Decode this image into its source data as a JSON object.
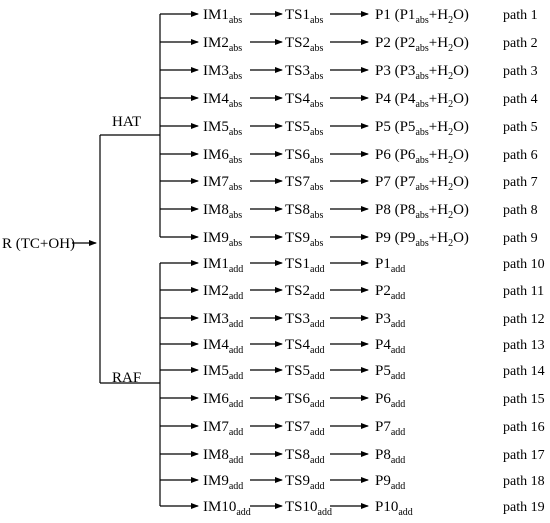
{
  "root_label": "R (TC+OH)",
  "branches": [
    {
      "label": "HAT",
      "rows": [
        {
          "im": "IM1",
          "ts": "TS1",
          "sub": "abs",
          "p": "P1",
          "pw": "P1",
          "path": "path 1"
        },
        {
          "im": "IM2",
          "ts": "TS2",
          "sub": "abs",
          "p": "P2",
          "pw": "P2",
          "path": "path 2"
        },
        {
          "im": "IM3",
          "ts": "TS3",
          "sub": "abs",
          "p": "P3",
          "pw": "P3",
          "path": "path 3"
        },
        {
          "im": "IM4",
          "ts": "TS4",
          "sub": "abs",
          "p": "P4",
          "pw": "P4",
          "path": "path 4"
        },
        {
          "im": "IM5",
          "ts": "TS5",
          "sub": "abs",
          "p": "P5",
          "pw": "P5",
          "path": "path 5"
        },
        {
          "im": "IM6",
          "ts": "TS6",
          "sub": "abs",
          "p": "P6",
          "pw": "P6",
          "path": "path 6"
        },
        {
          "im": "IM7",
          "ts": "TS7",
          "sub": "abs",
          "p": "P7",
          "pw": "P7",
          "path": "path 7"
        },
        {
          "im": "IM8",
          "ts": "TS8",
          "sub": "abs",
          "p": "P8",
          "pw": "P8",
          "path": "path 8"
        },
        {
          "im": "IM9",
          "ts": "TS9",
          "sub": "abs",
          "p": "P9",
          "pw": "P9",
          "path": "path 9"
        }
      ]
    },
    {
      "label": "RAF",
      "rows": [
        {
          "im": "IM1",
          "ts": "TS1",
          "sub": "add",
          "p": "P1",
          "path": "path 10"
        },
        {
          "im": "IM2",
          "ts": "TS2",
          "sub": "add",
          "p": "P2",
          "path": "path 11"
        },
        {
          "im": "IM3",
          "ts": "TS3",
          "sub": "add",
          "p": "P3",
          "path": "path 12"
        },
        {
          "im": "IM4",
          "ts": "TS4",
          "sub": "add",
          "p": "P4",
          "path": "path 13"
        },
        {
          "im": "IM5",
          "ts": "TS5",
          "sub": "add",
          "p": "P5",
          "path": "path 14"
        },
        {
          "im": "IM6",
          "ts": "TS6",
          "sub": "add",
          "p": "P6",
          "path": "path 15"
        },
        {
          "im": "IM7",
          "ts": "TS7",
          "sub": "add",
          "p": "P7",
          "path": "path 16"
        },
        {
          "im": "IM8",
          "ts": "TS8",
          "sub": "add",
          "p": "P8",
          "path": "path 17"
        },
        {
          "im": "IM9",
          "ts": "TS9",
          "sub": "add",
          "p": "P9",
          "path": "path 18"
        },
        {
          "im": "IM10",
          "ts": "TS10",
          "sub": "add",
          "p": "P10",
          "path": "path 19"
        }
      ]
    }
  ],
  "water": "+H",
  "water_sub": "2",
  "water_end": "O)"
}
